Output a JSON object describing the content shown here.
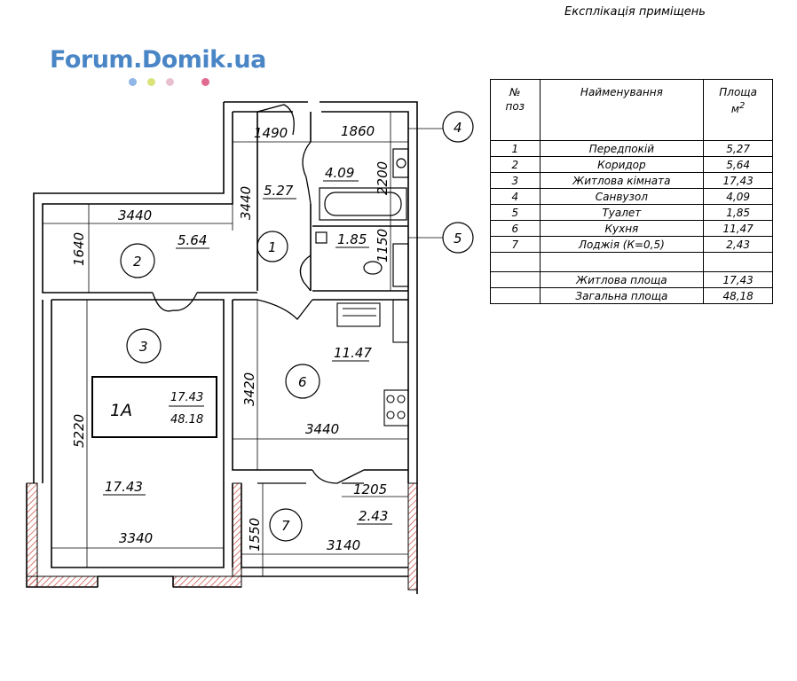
{
  "page": {
    "title": "Експлікація приміщень",
    "watermark": "Forum.Domik.ua",
    "watermark_color": "#4a86c6",
    "dot_colors": [
      "#8fb6e6",
      "#d9e37a",
      "#e8c0d0",
      "#e06a90"
    ]
  },
  "plan": {
    "apartment_label": "1A",
    "apartment_living_area": "17.43",
    "apartment_total_area": "48.18",
    "rooms": [
      {
        "number": "1",
        "area": "5.27"
      },
      {
        "number": "2",
        "area": "5.64"
      },
      {
        "number": "3",
        "area": "17.43"
      },
      {
        "number": "6",
        "area": "11.47"
      },
      {
        "number": "7",
        "area": "2.43"
      }
    ],
    "wc_labels": [
      {
        "number": "4",
        "area": "4.09"
      },
      {
        "number": "5",
        "area": "1.85"
      }
    ],
    "dimensions": {
      "d1490": "1490",
      "d1860": "1860",
      "d2200": "2200",
      "d3440_v": "3440",
      "d3440_h": "3440",
      "d1640": "1640",
      "d1150": "1150",
      "d3420": "3420",
      "d3440_k": "3440",
      "d5220": "5220",
      "d1205": "1205",
      "d1550": "1550",
      "d3140": "3140",
      "d3340": "3340"
    }
  },
  "explication": {
    "headers": {
      "num": "№",
      "pos": "поз",
      "name": "Найменування",
      "area": "Площа",
      "unit": "м",
      "sup": "2"
    },
    "rows": [
      {
        "num": "1",
        "name": "Передпокій",
        "area": "5,27"
      },
      {
        "num": "2",
        "name": "Коридор",
        "area": "5,64"
      },
      {
        "num": "3",
        "name": "Житлова кімната",
        "area": "17,43"
      },
      {
        "num": "4",
        "name": "Санвузол",
        "area": "4,09"
      },
      {
        "num": "5",
        "name": "Туалет",
        "area": "1,85"
      },
      {
        "num": "6",
        "name": "Кухня",
        "area": "11,47"
      },
      {
        "num": "7",
        "name": "Лоджія (К=0,5)",
        "area": "2,43"
      }
    ],
    "summary": [
      {
        "name": "Житлова площа",
        "area": "17,43"
      },
      {
        "name": "Загальна площа",
        "area": "48,18"
      }
    ]
  }
}
